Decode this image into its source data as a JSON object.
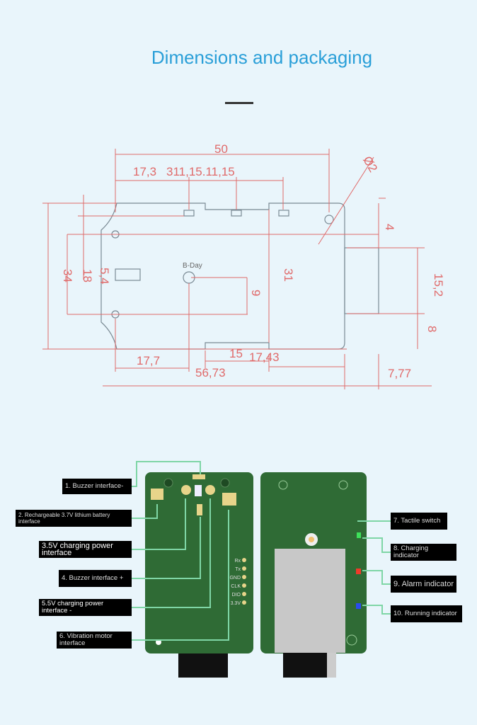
{
  "header": {
    "title": "Dimensions and packaging"
  },
  "drawing": {
    "dims": {
      "d50": "50",
      "d17_3": "17,3",
      "d11": "311,15.11,15",
      "phi2": "Ø2",
      "d4": "4",
      "d5_4": "5,4",
      "d18": "18",
      "d34": "34",
      "d31": "31",
      "d9": "9",
      "d15_2": "15,2",
      "d8": "8",
      "d17_7": "17,7",
      "d15": "15",
      "d17_43": "17,43",
      "d56_73": "56,73",
      "d7_77": "7,77"
    },
    "switch_label": "B-Day"
  },
  "labels": {
    "left": [
      "1. Buzzer interface-",
      "2. Rechargeable 3.7V lithium battery interface",
      "3.5V charging power interface",
      "4. Buzzer interface +",
      "5.5V charging power interface -",
      "6. Vibration motor interface"
    ],
    "right": [
      "7. Tactile switch",
      "8. Charging indicator",
      "9. Alarm indicator",
      "10. Running indicator"
    ]
  },
  "board": {
    "pins": [
      "Rx",
      "Tx",
      "GND",
      "CLK",
      "DIO",
      "3.3V"
    ]
  },
  "colors": {
    "title": "#2a9fd8",
    "dim": "#e06a6a",
    "pcb": "#2f6b35",
    "trace": "#7fd6a6"
  }
}
